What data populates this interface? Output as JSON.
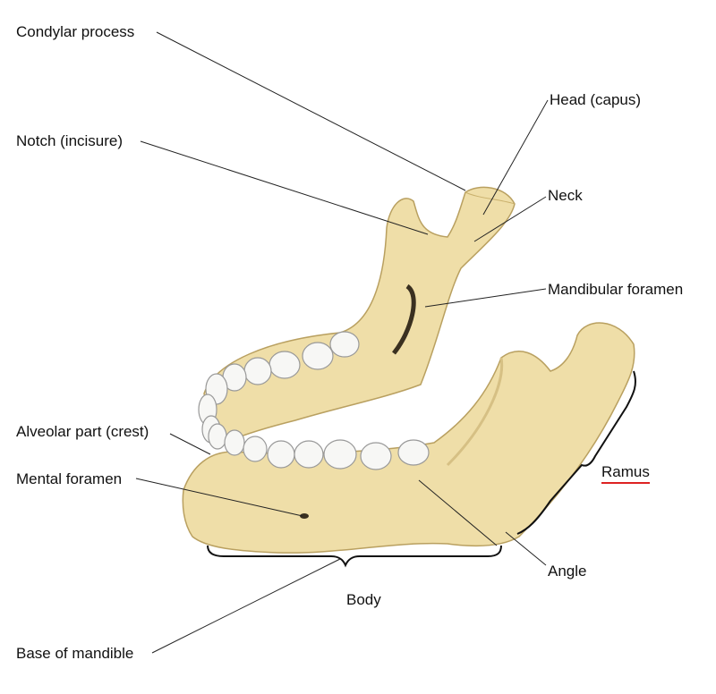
{
  "title": "Mandible anatomy",
  "labels": {
    "condylar_process": "Condylar process",
    "head": "Head (capus)",
    "notch": "Notch (incisure)",
    "neck": "Neck",
    "mandibular_foramen": "Mandibular foramen",
    "alveolar_part": "Alveolar part (crest)",
    "mental_foramen": "Mental foramen",
    "ramus": "Ramus",
    "angle": "Angle",
    "body": "Body",
    "base": "Base of mandible"
  },
  "colors": {
    "bone": "#EFDEA8",
    "bone_shade": "#C9B06C",
    "tooth": "#F7F7F5",
    "line": "#222222",
    "spell_underline": "#DD2222"
  }
}
